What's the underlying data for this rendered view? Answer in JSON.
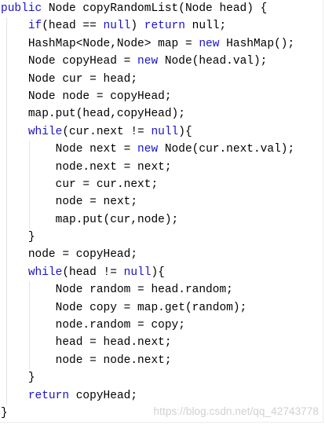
{
  "editor": {
    "language": "java",
    "keyword_color": "#1a14c8",
    "text_color": "#000000",
    "indent_guide_color": "#e4e4e4",
    "lines": [
      {
        "indent": 0,
        "tokens": [
          {
            "t": "public",
            "k": true
          },
          {
            "t": " Node copyRandomList(Node head) {",
            "k": false
          }
        ]
      },
      {
        "indent": 1,
        "tokens": [
          {
            "t": "if",
            "k": true
          },
          {
            "t": "(head == ",
            "k": false
          },
          {
            "t": "null",
            "k": true
          },
          {
            "t": ") ",
            "k": false
          },
          {
            "t": "return",
            "k": true
          },
          {
            "t": " null;",
            "k": false
          }
        ]
      },
      {
        "indent": 1,
        "tokens": [
          {
            "t": "HashMap<Node,Node> map = ",
            "k": false
          },
          {
            "t": "new",
            "k": true
          },
          {
            "t": " HashMap();",
            "k": false
          }
        ]
      },
      {
        "indent": 1,
        "tokens": [
          {
            "t": "Node copyHead = ",
            "k": false
          },
          {
            "t": "new",
            "k": true
          },
          {
            "t": " Node(head.val);",
            "k": false
          }
        ]
      },
      {
        "indent": 1,
        "tokens": [
          {
            "t": "Node cur = head;",
            "k": false
          }
        ]
      },
      {
        "indent": 1,
        "tokens": [
          {
            "t": "Node node = copyHead;",
            "k": false
          }
        ]
      },
      {
        "indent": 1,
        "tokens": [
          {
            "t": "map.put(head,copyHead);",
            "k": false
          }
        ]
      },
      {
        "indent": 1,
        "tokens": [
          {
            "t": "while",
            "k": true
          },
          {
            "t": "(cur.next != ",
            "k": false
          },
          {
            "t": "null",
            "k": true
          },
          {
            "t": "){",
            "k": false
          }
        ]
      },
      {
        "indent": 2,
        "tokens": [
          {
            "t": "Node next = ",
            "k": false
          },
          {
            "t": "new",
            "k": true
          },
          {
            "t": " Node(cur.next.val);",
            "k": false
          }
        ]
      },
      {
        "indent": 2,
        "tokens": [
          {
            "t": "node.next = next;",
            "k": false
          }
        ]
      },
      {
        "indent": 2,
        "tokens": [
          {
            "t": "cur = cur.next;",
            "k": false
          }
        ]
      },
      {
        "indent": 2,
        "tokens": [
          {
            "t": "node = next;",
            "k": false
          }
        ]
      },
      {
        "indent": 2,
        "tokens": [
          {
            "t": "map.put(cur,node);",
            "k": false
          }
        ]
      },
      {
        "indent": 1,
        "tokens": [
          {
            "t": "}",
            "k": false
          }
        ]
      },
      {
        "indent": 1,
        "tokens": [
          {
            "t": "node = copyHead;",
            "k": false
          }
        ]
      },
      {
        "indent": 1,
        "tokens": [
          {
            "t": "while",
            "k": true
          },
          {
            "t": "(head != ",
            "k": false
          },
          {
            "t": "null",
            "k": true
          },
          {
            "t": "){",
            "k": false
          }
        ]
      },
      {
        "indent": 2,
        "tokens": [
          {
            "t": "Node random = head.random;",
            "k": false
          }
        ]
      },
      {
        "indent": 2,
        "tokens": [
          {
            "t": "Node copy = map.get(random);",
            "k": false
          }
        ]
      },
      {
        "indent": 2,
        "tokens": [
          {
            "t": "node.random = copy;",
            "k": false
          }
        ]
      },
      {
        "indent": 2,
        "tokens": [
          {
            "t": "head = head.next;",
            "k": false
          }
        ]
      },
      {
        "indent": 2,
        "tokens": [
          {
            "t": "node = node.next;",
            "k": false
          }
        ]
      },
      {
        "indent": 1,
        "tokens": [
          {
            "t": "}",
            "k": false
          }
        ]
      },
      {
        "indent": 1,
        "tokens": [
          {
            "t": "return",
            "k": true
          },
          {
            "t": " copyHead;",
            "k": false
          }
        ]
      },
      {
        "indent": 0,
        "tokens": [
          {
            "t": "}",
            "k": false
          }
        ]
      }
    ]
  },
  "watermark": {
    "text": "https://blog.csdn.net/qq_42743778"
  }
}
